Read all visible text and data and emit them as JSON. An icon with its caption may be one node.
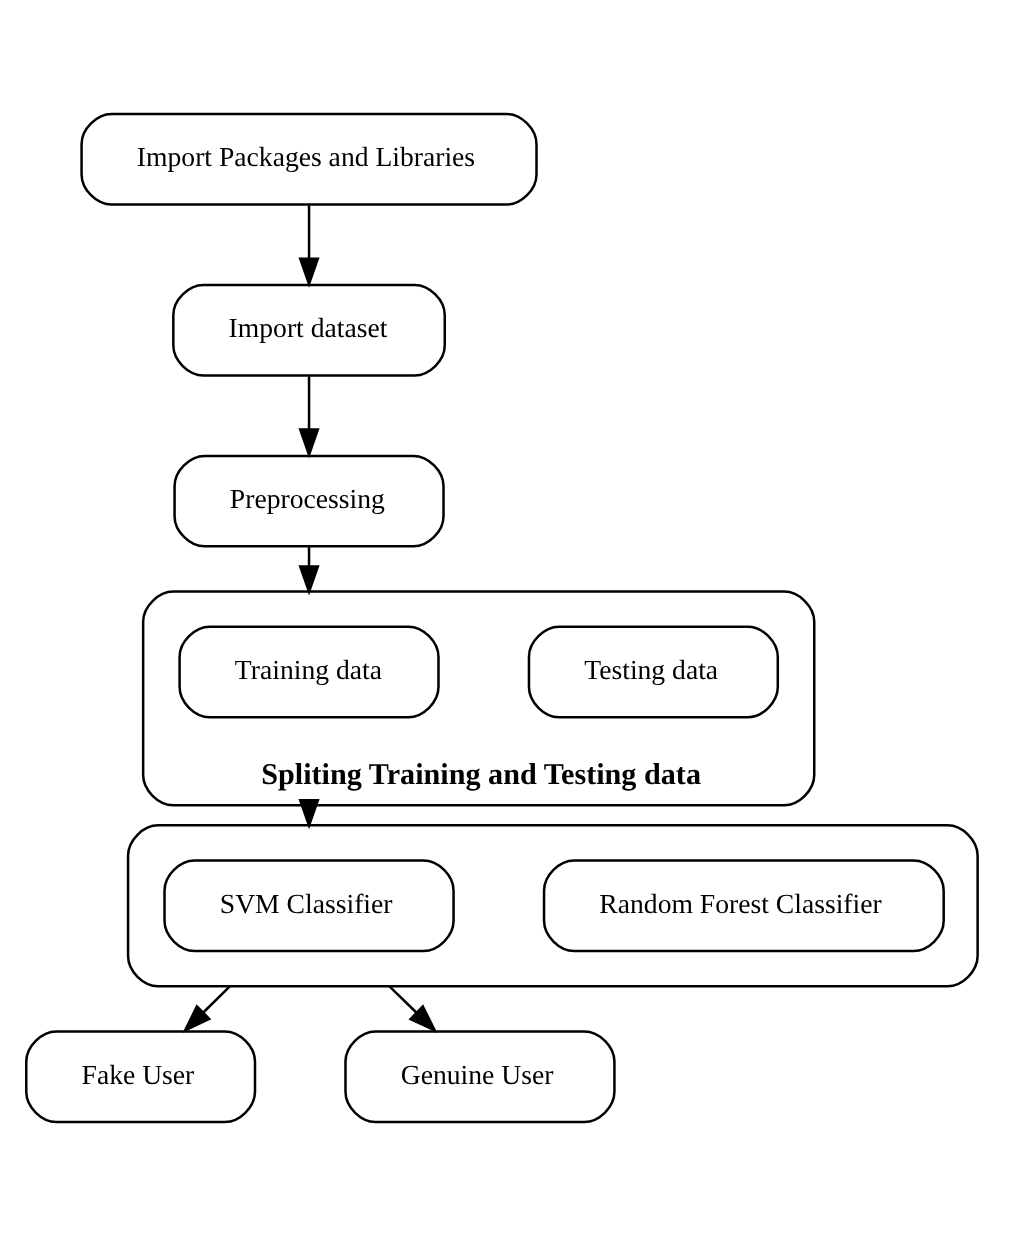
{
  "diagram": {
    "nodes": [
      {
        "text": [
          "Import Packages and Libraries"
        ]
      },
      {
        "text": [
          "Import dataset"
        ]
      },
      {
        "text": [
          "Preprocessing"
        ]
      },
      {
        "text": [
          "Spliting Training and Testing data"
        ]
      },
      {
        "text": [
          "Training data"
        ],
        "in": 3
      },
      {
        "text": [
          "Testing data"
        ],
        "in": 3
      },
      {
        "text": [],
        "shape": "box"
      },
      {
        "text": [
          "SVM Classifier"
        ],
        "in": 6
      },
      {
        "text": [
          "Random Forest Classifier"
        ],
        "in": 6
      },
      {
        "text": [
          "Fake User"
        ]
      },
      {
        "text": [
          "Genuine User"
        ]
      }
    ],
    "edges": [
      {
        "from": 0,
        "to": 1,
        "arrow": "to"
      },
      {
        "from": 1,
        "to": 2,
        "arrow": "to"
      },
      {
        "from": 2,
        "to": 3,
        "arrow": "to"
      },
      {
        "from": 3,
        "to": 6,
        "arrow": "to"
      },
      {
        "from": 6,
        "to": 9,
        "arrow": "to"
      },
      {
        "from": 6,
        "to": 10,
        "arrow": "to"
      }
    ]
  }
}
